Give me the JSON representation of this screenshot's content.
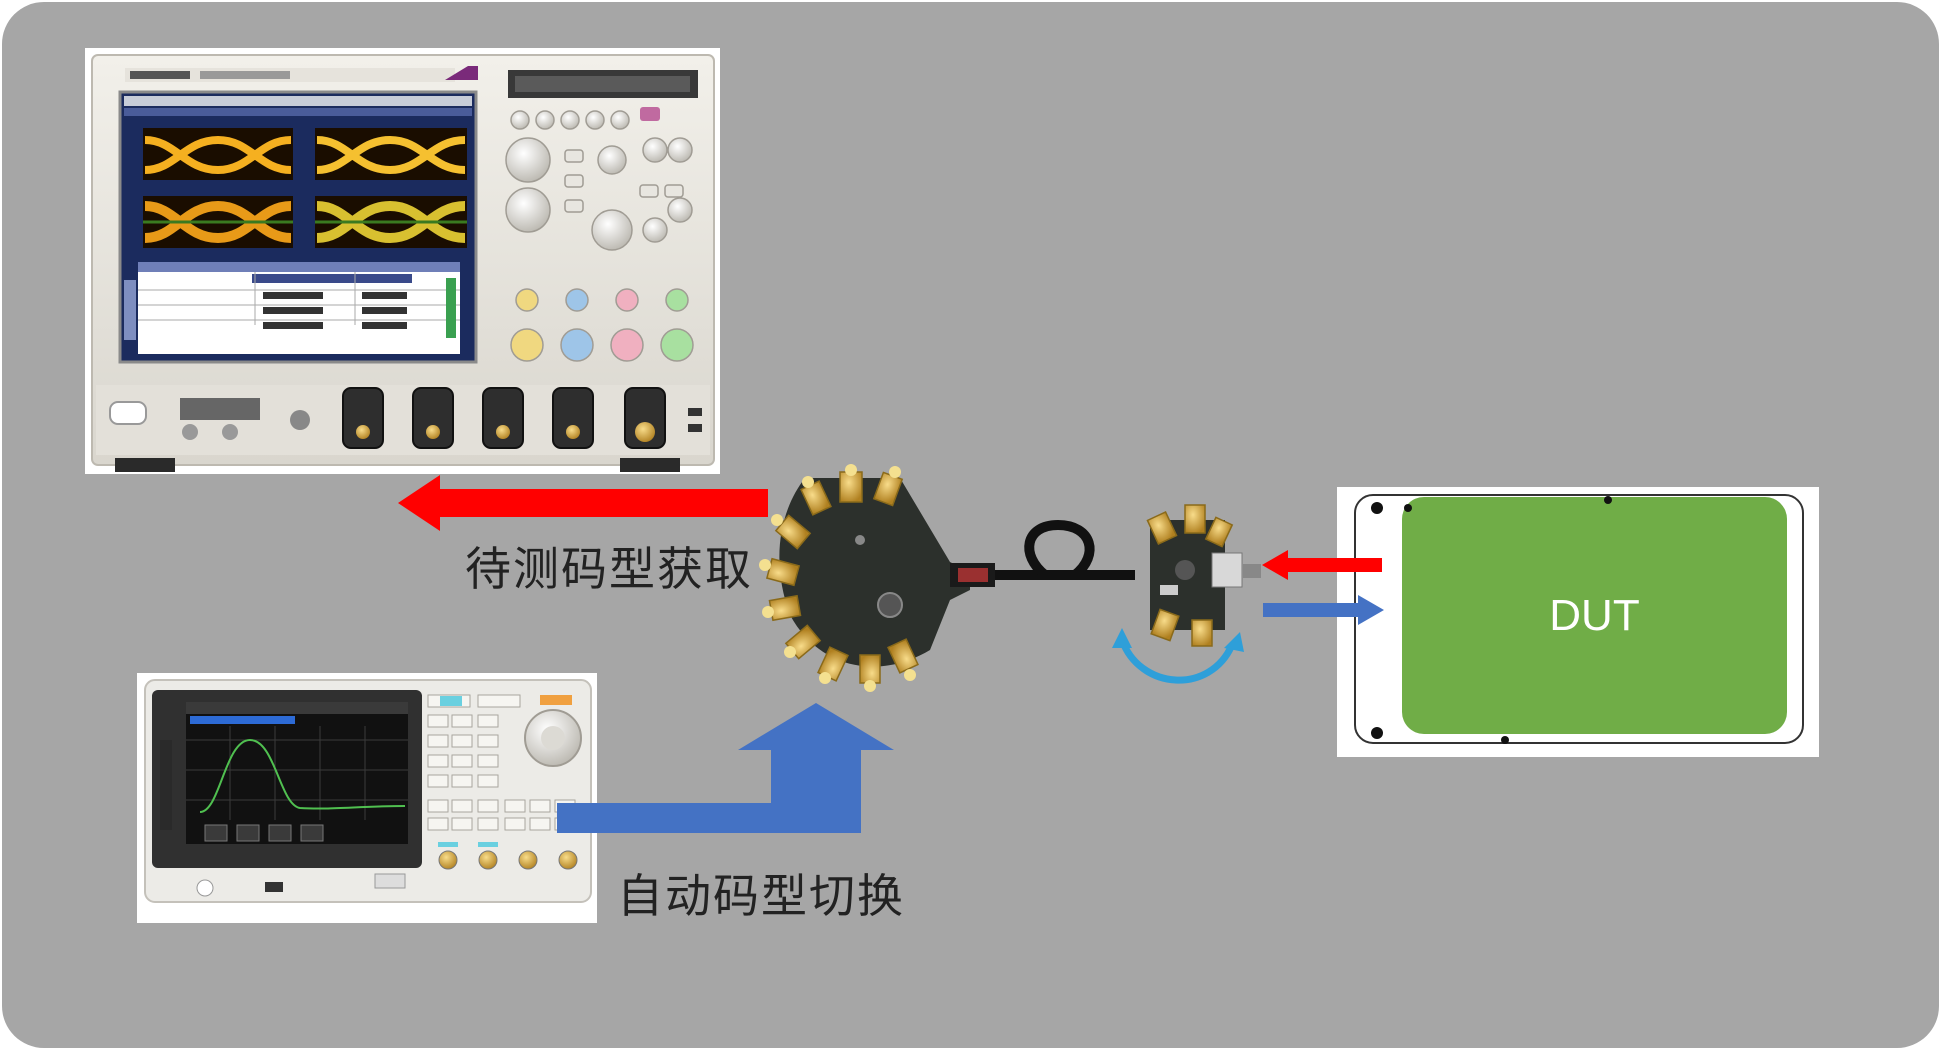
{
  "labels": {
    "capture": "待测码型获取",
    "switch": "自动码型切换",
    "dut": "DUT"
  },
  "colors": {
    "background": "#a6a6a6",
    "capture_arrow": "#ff0000",
    "switch_arrow": "#4472c4",
    "dut_fill": "#70ad47",
    "loop_arrow": "#2e9fd9"
  }
}
